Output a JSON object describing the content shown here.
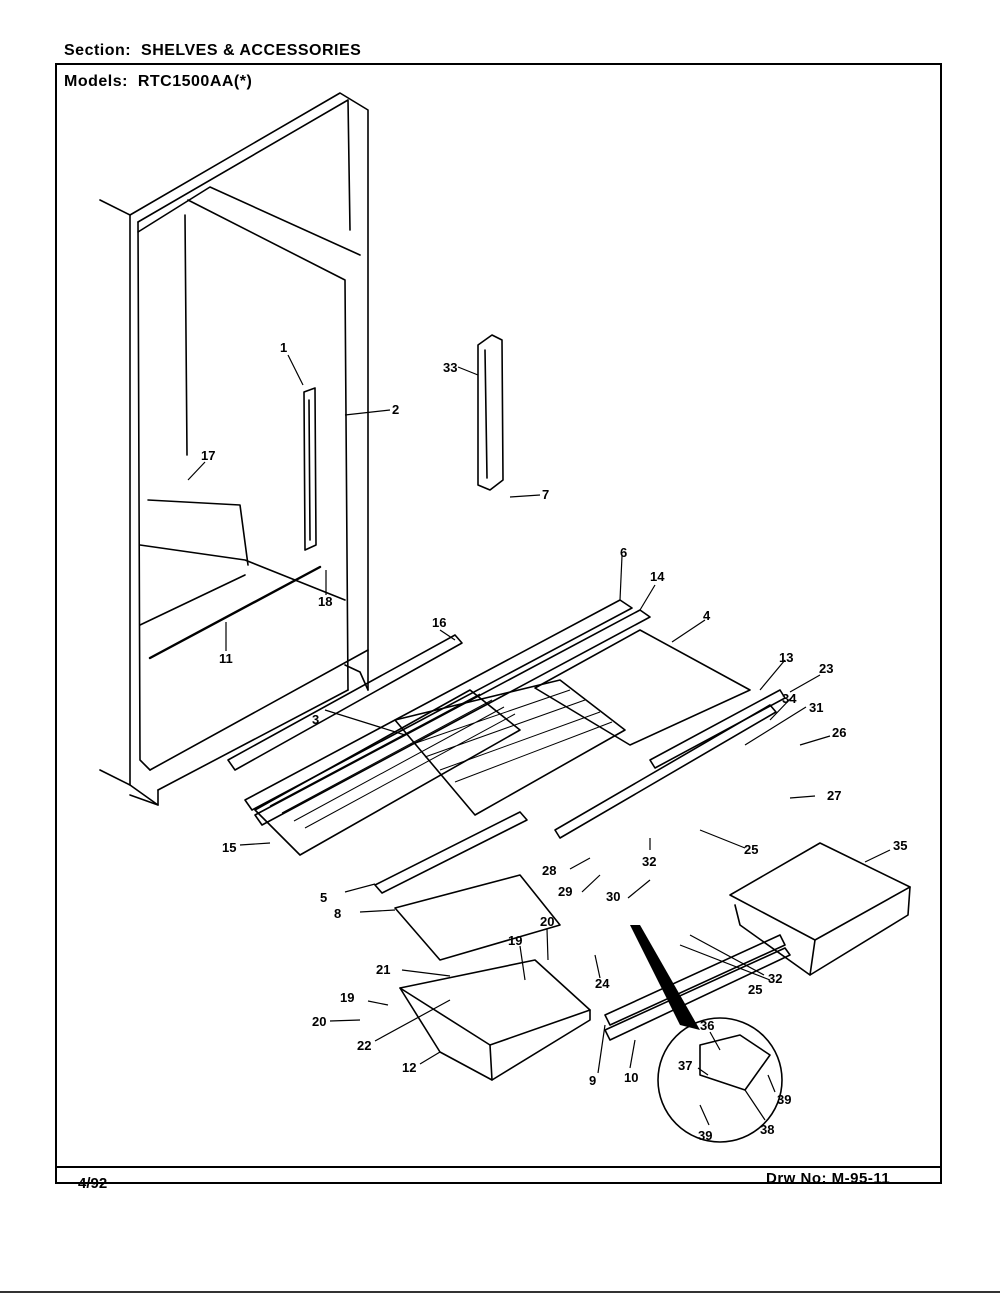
{
  "header": {
    "section_label": "Section:",
    "section_value": "SHELVES & ACCESSORIES",
    "models_label": "Models:",
    "models_value": "RTC1500AA(*)"
  },
  "footer": {
    "date": "4/92",
    "drawing_number": "Drw No: M-95-11"
  },
  "callouts": [
    {
      "id": "c1",
      "text": "1"
    },
    {
      "id": "c2",
      "text": "2"
    },
    {
      "id": "c3",
      "text": "3"
    },
    {
      "id": "c4",
      "text": "4"
    },
    {
      "id": "c5",
      "text": "5"
    },
    {
      "id": "c6",
      "text": "6"
    },
    {
      "id": "c7",
      "text": "7"
    },
    {
      "id": "c8",
      "text": "8"
    },
    {
      "id": "c9",
      "text": "9"
    },
    {
      "id": "c10",
      "text": "10"
    },
    {
      "id": "c11",
      "text": "11"
    },
    {
      "id": "c12",
      "text": "12"
    },
    {
      "id": "c13",
      "text": "13"
    },
    {
      "id": "c14",
      "text": "14"
    },
    {
      "id": "c15",
      "text": "15"
    },
    {
      "id": "c16",
      "text": "16"
    },
    {
      "id": "c17",
      "text": "17"
    },
    {
      "id": "c18",
      "text": "18"
    },
    {
      "id": "c19a",
      "text": "19"
    },
    {
      "id": "c19b",
      "text": "19"
    },
    {
      "id": "c20a",
      "text": "20"
    },
    {
      "id": "c20b",
      "text": "20"
    },
    {
      "id": "c21",
      "text": "21"
    },
    {
      "id": "c22",
      "text": "22"
    },
    {
      "id": "c23",
      "text": "23"
    },
    {
      "id": "c24",
      "text": "24"
    },
    {
      "id": "c25a",
      "text": "25"
    },
    {
      "id": "c25b",
      "text": "25"
    },
    {
      "id": "c26",
      "text": "26"
    },
    {
      "id": "c27",
      "text": "27"
    },
    {
      "id": "c28",
      "text": "28"
    },
    {
      "id": "c29",
      "text": "29"
    },
    {
      "id": "c30",
      "text": "30"
    },
    {
      "id": "c31",
      "text": "31"
    },
    {
      "id": "c32a",
      "text": "32"
    },
    {
      "id": "c32b",
      "text": "32"
    },
    {
      "id": "c33",
      "text": "33"
    },
    {
      "id": "c34",
      "text": "34"
    },
    {
      "id": "c35",
      "text": "35"
    },
    {
      "id": "c36",
      "text": "36"
    },
    {
      "id": "c37",
      "text": "37"
    },
    {
      "id": "c38",
      "text": "38"
    },
    {
      "id": "c39a",
      "text": "39"
    },
    {
      "id": "c39b",
      "text": "39"
    }
  ]
}
